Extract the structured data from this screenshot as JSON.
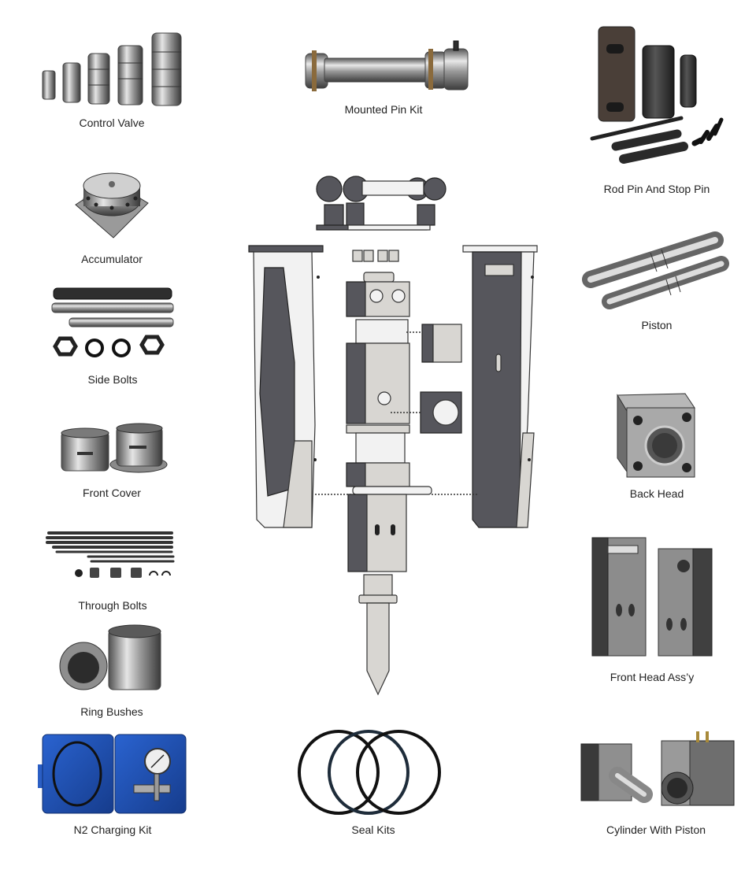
{
  "title": "Hydraulic Breaker Spare Parts",
  "parts": {
    "control_valve": {
      "label": "Control Valve"
    },
    "mounted_pin_kit": {
      "label": "Mounted Pin Kit"
    },
    "rod_pin_stop_pin": {
      "label": "Rod Pin And Stop Pin"
    },
    "accumulator": {
      "label": "Accumulator"
    },
    "piston": {
      "label": "Piston"
    },
    "side_bolts": {
      "label": "Side Bolts"
    },
    "back_head": {
      "label": "Back Head"
    },
    "front_cover": {
      "label": "Front Cover"
    },
    "through_bolts": {
      "label": "Through Bolts"
    },
    "front_head_assy": {
      "label": "Front Head Ass’y"
    },
    "ring_bushes": {
      "label": "Ring Bushes"
    },
    "n2_charging_kit": {
      "label": "N2 Charging Kit"
    },
    "seal_kits": {
      "label": "Seal Kits"
    },
    "cylinder_with_piston": {
      "label": "Cylinder With Piston"
    }
  },
  "colors": {
    "background": "#ffffff",
    "label_text": "#222222",
    "charging_case_blue": "#1f4fb0",
    "cad_dark": "#56565c"
  }
}
